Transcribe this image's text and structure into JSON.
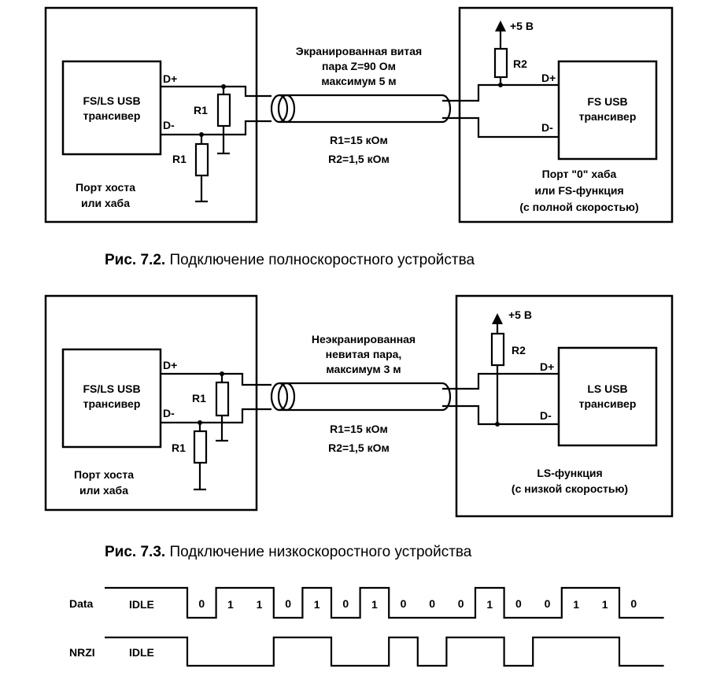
{
  "figure1": {
    "host_transceiver": [
      "FS/LS USB",
      "трансивер"
    ],
    "dplus": "D+",
    "dminus": "D-",
    "r1_upper": "R1",
    "r1_lower": "R1",
    "host_caption": [
      "Порт хоста",
      "или хаба"
    ],
    "cable_text": [
      "Экранированная витая",
      "пара Z=90 Ом",
      "максимум 5 м"
    ],
    "resistor_values": [
      "R1=15 кОм",
      "R2=1,5 кОм"
    ],
    "supply": "+5 В",
    "r2": "R2",
    "device_dplus": "D+",
    "device_dminus": "D-",
    "device_transceiver": [
      "FS USB",
      "трансивер"
    ],
    "device_caption": [
      "Порт \"0\" хаба",
      "или FS-функция",
      "(с полной скоростью)"
    ],
    "caption_prefix": "Рис. 7.2.",
    "caption_text": " Подключение полноскоростного устройства"
  },
  "figure2": {
    "host_transceiver": [
      "FS/LS USB",
      "трансивер"
    ],
    "dplus": "D+",
    "dminus": "D-",
    "r1_upper": "R1",
    "r1_lower": "R1",
    "host_caption": [
      "Порт хоста",
      "или хаба"
    ],
    "cable_text": [
      "Неэкранированная",
      "невитая пара,",
      "максимум 3 м"
    ],
    "resistor_values": [
      "R1=15 кОм",
      "R2=1,5 кОм"
    ],
    "supply": "+5 В",
    "r2": "R2",
    "device_dplus": "D+",
    "device_dminus": "D-",
    "device_transceiver": [
      "LS USB",
      "трансивер"
    ],
    "device_caption": [
      "LS-функция",
      "(с низкой скоростью)"
    ],
    "caption_prefix": "Рис. 7.3.",
    "caption_text": " Подключение низкоскоростного устройства"
  },
  "timing": {
    "data_label": "Data",
    "nrzi_label": "NRZI",
    "idle_label": "IDLE",
    "bits": [
      "0",
      "1",
      "1",
      "0",
      "1",
      "0",
      "1",
      "0",
      "0",
      "0",
      "1",
      "0",
      "0",
      "1",
      "1",
      "0"
    ]
  }
}
